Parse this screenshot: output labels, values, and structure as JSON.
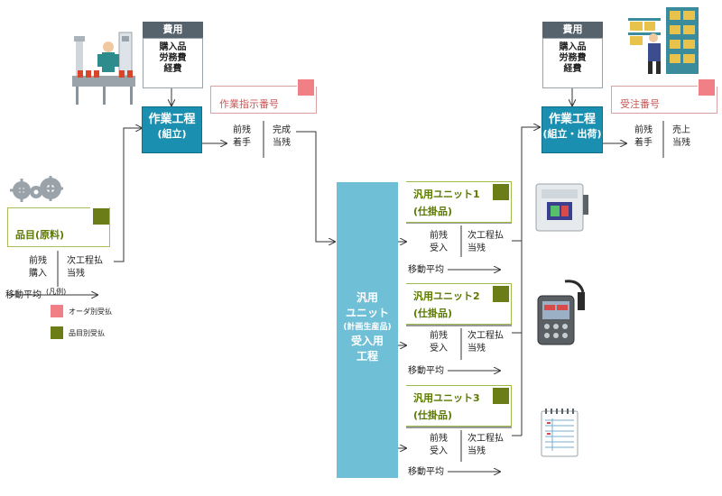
{
  "colors": {
    "process_blue": "#1a8fb0",
    "receiving_blue": "#6fbfd6",
    "order_red": "#f07f86",
    "item_green": "#6b7d17",
    "header_gray": "#56636c"
  },
  "left_cost": {
    "header": "費用",
    "lines": [
      "購入品",
      "労務費",
      "経費"
    ]
  },
  "right_cost": {
    "header": "費用",
    "lines": [
      "購入品",
      "労務費",
      "経費"
    ]
  },
  "process_assembly": {
    "title": "作業工程",
    "subtitle": "(組立)"
  },
  "process_shipping": {
    "title": "作業工程",
    "subtitle": "(組立・出荷)"
  },
  "work_order": {
    "label": "作業指示番号"
  },
  "sales_order": {
    "label": "受注番号"
  },
  "item_material": {
    "label": "品目(原料)"
  },
  "material_ledger": {
    "left": [
      "前残",
      "購入"
    ],
    "right": [
      "次工程払",
      "当残"
    ],
    "moving_avg": "移動平均"
  },
  "assembly_ledger": {
    "left": [
      "前残",
      "着手"
    ],
    "right": [
      "完成",
      "当残"
    ]
  },
  "shipping_ledger": {
    "left": [
      "前残",
      "着手"
    ],
    "right": [
      "売上",
      "当残"
    ]
  },
  "receiving": {
    "line1": "汎用",
    "line2": "ユニット",
    "line3": "(計画生産品)",
    "line4": "受入用",
    "line5": "工程"
  },
  "units": [
    {
      "name": "汎用ユニット1",
      "sub": "(仕掛品)",
      "left": [
        "前残",
        "受入"
      ],
      "right": [
        "次工程払",
        "当残"
      ],
      "moving_avg": "移動平均"
    },
    {
      "name": "汎用ユニット2",
      "sub": "(仕掛品)",
      "left": [
        "前残",
        "受入"
      ],
      "right": [
        "次工程払",
        "当残"
      ],
      "moving_avg": "移動平均"
    },
    {
      "name": "汎用ユニット3",
      "sub": "(仕掛品)",
      "left": [
        "前残",
        "受入"
      ],
      "right": [
        "次工程払",
        "当残"
      ],
      "moving_avg": "移動平均"
    }
  ],
  "legend": {
    "title": "(凡例)",
    "order": "オーダ別受払",
    "item": "品目別受払"
  },
  "icons": {
    "worker": "factory-worker-icon",
    "warehouse": "warehouse-worker-icon",
    "gears": "gears-icon",
    "device1": "measurement-device-icon",
    "device2": "handheld-meter-icon",
    "notepad": "notepad-icon"
  }
}
